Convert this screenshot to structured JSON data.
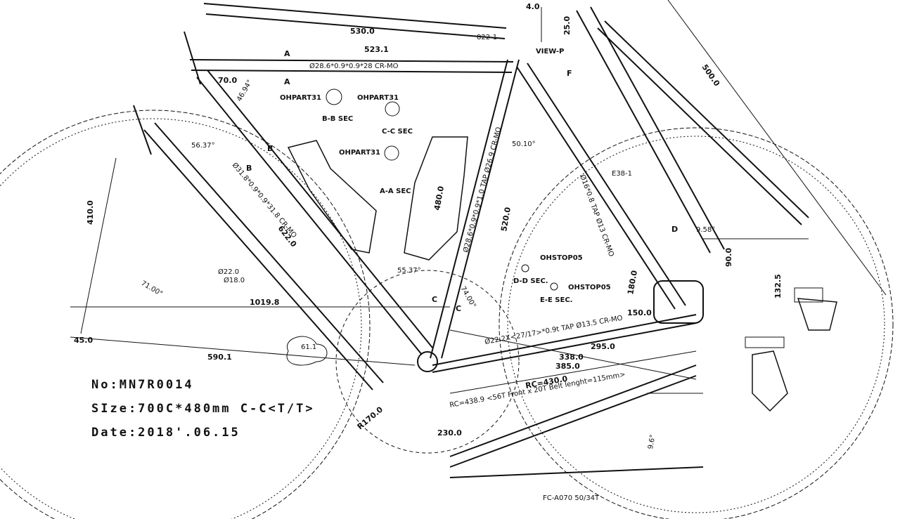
{
  "title_block": {
    "number": "No:MN7R0014",
    "size": "SIze:700C*480mm C-C<T/T>",
    "date": "Date:2018'.06.15"
  },
  "dimensions": {
    "top_tube_len": "530.0",
    "top_tube_len2": "523.1",
    "top_tube_spec": "Ø28.6*0.9*0.9*28 CR-MO",
    "down_tube_spec": "Ø31.8*0.9*0.9*31.8 CR-MO",
    "seat_tube_spec": "Ø28.6*0.9*0.9*1.0 TAP Ø26.9 CR-MO",
    "chainstay_spec": "Ø22.2X<27/17>*0.9t TAP Ø13.5 CR-MO",
    "seatstay_spec": "Ø16*0.8 TAP Ø13 CR-MO",
    "wheelbase": "1019.8",
    "front_center": "590.1",
    "reach_45": "45.0",
    "fork_len": "410.0",
    "down_tube_len": "622.0",
    "head_tube_angle": "71.00°",
    "seat_tube_angle": "74.00°",
    "seat_tube_len": "520.0",
    "seat_tube_len2": "480.0",
    "stack_d1": "Ø22.0",
    "stack_d2": "Ø18.0",
    "chainstay_rc": "RC=430.0",
    "belt_note": "RC=438.9 <56T Front x 20T Belt lenght=115mm>",
    "bb_drop": "70.0",
    "rear_spacing": "132.5",
    "dropout_90": "90.0",
    "fork_500": "500.0",
    "crank": "FC-A070 50/34T",
    "angle_a": "56.37°",
    "angle_b": "46.94°",
    "angle_c": "55.37°",
    "angle_d": "50.10°",
    "angle_e": "9.58°",
    "angle_f": "9.6°",
    "dim_170": "R170.0",
    "dim_61": "61.1",
    "dim_180": "180.0",
    "dim_385": "385.0",
    "dim_295": "295.0",
    "dim_338": "338.0",
    "dim_150": "150.0",
    "dim_230": "230.0",
    "dim_4": "4.0",
    "dim_25": "25.0",
    "dim_822": "822-1",
    "e_38": "E38-1"
  },
  "sections": {
    "bb": "B-B SEC",
    "cc": "C-C SEC",
    "aa": "A-A SEC",
    "dd": "D-D SEC.",
    "ee": "E-E SEC.",
    "view_p": "VIEW-P",
    "ohpart_1": "OHPART31",
    "ohpart_2": "OHPART31",
    "ohpart_3": "OHPART31",
    "ohstop_1": "OHSTOP05",
    "ohstop_2": "OHSTOP05"
  },
  "letters": {
    "a1": "A",
    "a2": "A",
    "b1": "B",
    "b2": "B",
    "c1": "C",
    "c2": "C",
    "d1": "D",
    "f": "F"
  },
  "colors": {
    "line": "#111111",
    "background": "#ffffff"
  }
}
